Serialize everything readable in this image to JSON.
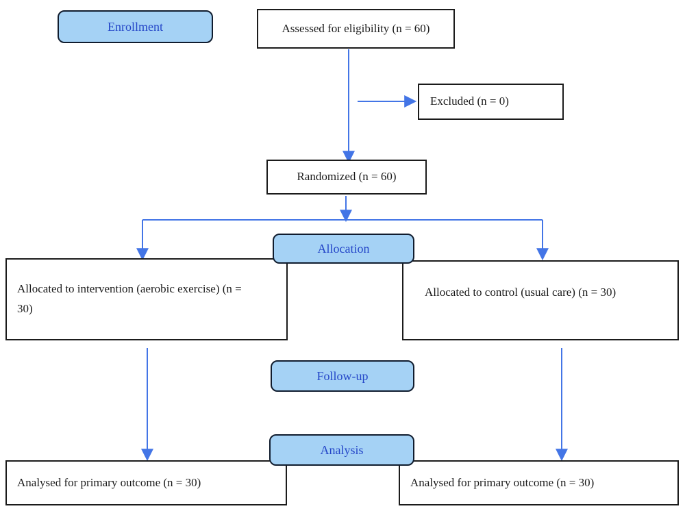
{
  "diagram": {
    "type": "consort-flow-diagram",
    "stages": [
      {
        "id": "enrollment",
        "label": "Enrollment"
      },
      {
        "id": "allocation",
        "label": "Allocation"
      },
      {
        "id": "followup",
        "label": "Follow-up"
      },
      {
        "id": "analysis",
        "label": "Analysis"
      }
    ],
    "boxes": {
      "assessed": "Assessed for eligibility (n = 60)",
      "excluded": "Excluded (n = 0)",
      "randomized": "Randomized (n = 60)",
      "allocated_intervention": "Allocated to intervention (aerobic exercise) (n = 30)",
      "allocated_control": "Allocated to control (usual care) (n = 30)",
      "analysed_intervention": "Analysed for primary outcome (n = 30)",
      "analysed_control": "Analysed for primary outcome (n = 30)"
    },
    "counts": {
      "assessed": 60,
      "excluded": 0,
      "randomized": 60,
      "allocated_intervention": 30,
      "allocated_control": 30,
      "analysed_intervention": 30,
      "analysed_control": 30
    },
    "colors": {
      "stage_fill": "#a5d2f5",
      "stage_border": "#101c2e",
      "stage_text": "#2446c8",
      "box_border": "#1b1b1b",
      "box_text": "#1a1a1a",
      "arrow": "#4375e6",
      "background": "#ffffff"
    }
  }
}
